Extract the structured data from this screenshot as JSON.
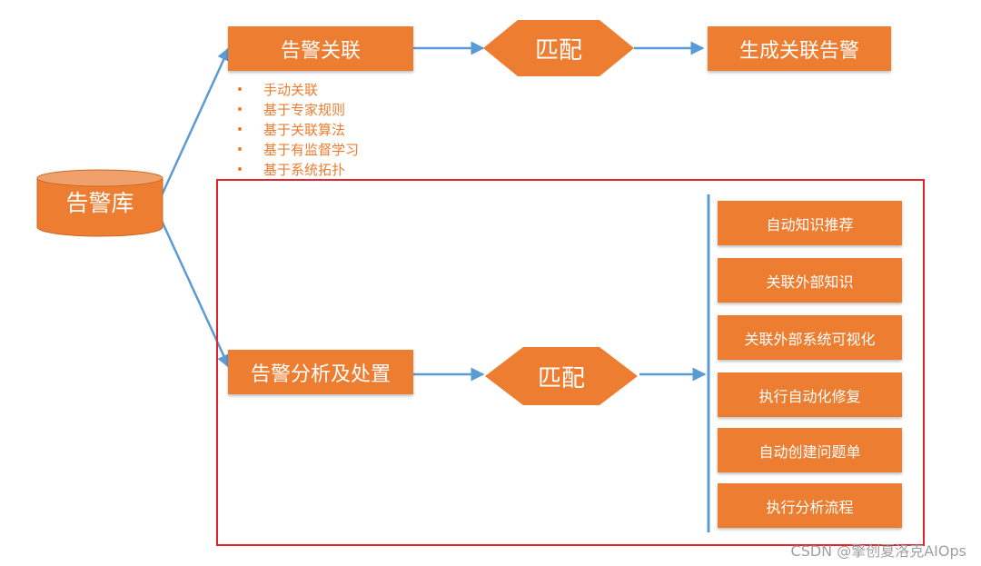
{
  "database": {
    "label": "告警库"
  },
  "top_flow": {
    "source": "告警关联",
    "match": "匹配",
    "result": "生成关联告警",
    "bullets": [
      "手动关联",
      "基于专家规则",
      "基于关联算法",
      "基于有监督学习",
      "基于系统拓扑"
    ]
  },
  "bottom_flow": {
    "source": "告警分析及处置",
    "match": "匹配",
    "outputs": [
      "自动知识推荐",
      "关联外部知识",
      "关联外部系统可视化",
      "执行自动化修复",
      "自动创建问题单",
      "执行分析流程"
    ]
  },
  "watermark": "CSDN @擎创夏洛克AIOps",
  "colors": {
    "node": "#ed7d31",
    "arrow": "#5b9bd5",
    "frame": "#e0242d"
  }
}
